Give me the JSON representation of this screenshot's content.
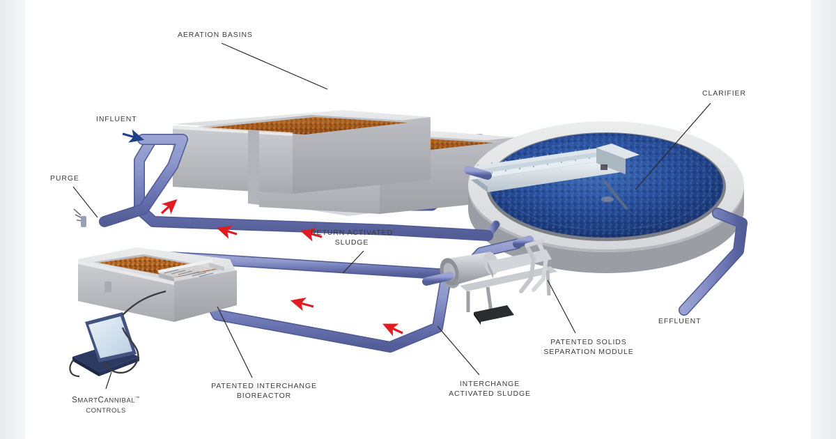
{
  "diagram": {
    "title": "Wastewater Treatment Process Schematic",
    "background_color": "#ffffff",
    "letterbox_color": "#e9eaec"
  },
  "labels": {
    "aeration_basins": "AERATION BASINS",
    "influent": "INFLUENT",
    "purge": "PURGE",
    "clarifier": "CLARIFIER",
    "return_activated_sludge_line1": "RETURN ACTIVATED",
    "return_activated_sludge_line2": "SLUDGE",
    "effluent": "EFFLUENT",
    "patented_solids_line1": "PATENTED SOLIDS",
    "patented_solids_line2": "SEPARATION MODULE",
    "interchange_sludge_line1": "INTERCHANGE",
    "interchange_sludge_line2": "ACTIVATED SLUDGE",
    "bioreactor_line1": "PATENTED INTERCHANGE",
    "bioreactor_line2": "BIOREACTOR",
    "controls_brand_smart": "S",
    "controls_brand_smart_rest": "MART",
    "controls_brand_cannibal": "C",
    "controls_brand_cannibal_rest": "ANNIBAL",
    "controls_trademark": "™",
    "controls_line2": "CONTROLS"
  },
  "colors": {
    "pipe": "#7d88c4",
    "pipe_dark": "#5a66a8",
    "pipe_light": "#a3abd8",
    "concrete": "#c9cace",
    "concrete_light": "#e2e3e6",
    "concrete_dark": "#9a9ca2",
    "sludge_brown": "#a85a1e",
    "sludge_brown_dark": "#70380f",
    "water_blue": "#2b4f9e",
    "water_blue_dark": "#16306b",
    "arrow_red": "#e01b22",
    "leader_line": "#2a2a2a",
    "laptop_body": "#2c3a63",
    "laptop_screen": "#cfe0ee",
    "text": "#3b3b3b"
  },
  "components": [
    {
      "name": "aeration-basin-1",
      "type": "rectangular-tank",
      "contents": "aerated-sludge"
    },
    {
      "name": "aeration-basin-2",
      "type": "rectangular-tank",
      "contents": "aerated-sludge"
    },
    {
      "name": "clarifier",
      "type": "circular-tank",
      "contents": "clarified-water"
    },
    {
      "name": "clarifier-bridge",
      "type": "rake-bridge"
    },
    {
      "name": "interchange-bioreactor",
      "type": "rectangular-tank",
      "contents": "sludge"
    },
    {
      "name": "solids-separation-module",
      "type": "drum-separator"
    },
    {
      "name": "smartcannibal-controls-laptop",
      "type": "laptop"
    }
  ],
  "flow_arrows": [
    {
      "name": "influent-arrow",
      "direction": "right",
      "color": "#2b4f9e"
    },
    {
      "name": "ras-arrow-1",
      "direction": "up-left",
      "color": "#e01b22"
    },
    {
      "name": "ras-arrow-2",
      "direction": "left",
      "color": "#e01b22"
    },
    {
      "name": "ras-arrow-3",
      "direction": "left",
      "color": "#e01b22"
    },
    {
      "name": "ias-arrow-1",
      "direction": "left",
      "color": "#e01b22"
    },
    {
      "name": "ias-arrow-2",
      "direction": "left",
      "color": "#e01b22"
    }
  ]
}
